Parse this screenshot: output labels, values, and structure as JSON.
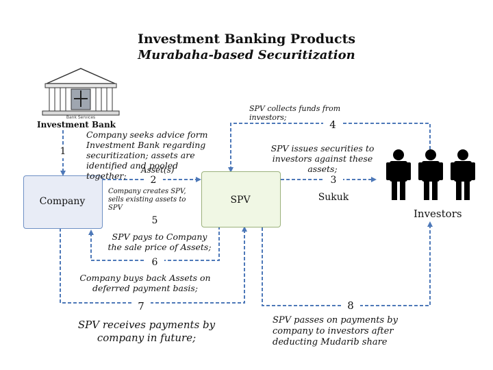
{
  "header": {
    "title": "Investment  Banking  Products",
    "subtitle": "Murabaha-based Securitization"
  },
  "nodes": {
    "bank_label": "Investment Bank",
    "bank_sign": "Bank Services",
    "company_label": "Company",
    "spv_label": "SPV",
    "sukuk_label": "Sukuk",
    "investors_label": "Investors"
  },
  "steps": {
    "s1": {
      "num": "1",
      "text": "Company seeks advice form Investment Bank regarding securitization; assets are identified and pooled together;"
    },
    "s2": {
      "num": "2",
      "text": "Asset(s)",
      "sub": "Company creates SPV, sells existing assets to SPV"
    },
    "s3": {
      "num": "3",
      "text": "SPV issues securities to investors against these assets;"
    },
    "s4": {
      "num": "4",
      "text": "SPV collects funds from investors;"
    },
    "s5": {
      "num": "5",
      "text": "SPV pays to Company the sale price of Assets;"
    },
    "s6": {
      "num": "6",
      "text": "Company buys back Assets on deferred payment basis;"
    },
    "s7": {
      "num": "7",
      "text": "SPV  receives payments by company in future;"
    },
    "s8": {
      "num": "8",
      "text": "SPV passes on payments by company to investors after deducting Mudarib share"
    }
  },
  "colors": {
    "arrow": "#4d78b8",
    "company_fill": "#e8ecf6",
    "spv_fill": "#f0f7e4",
    "investor_fill": "#000000"
  },
  "icons": {
    "bank": "bank-building-icon",
    "investor": "person-icon"
  }
}
